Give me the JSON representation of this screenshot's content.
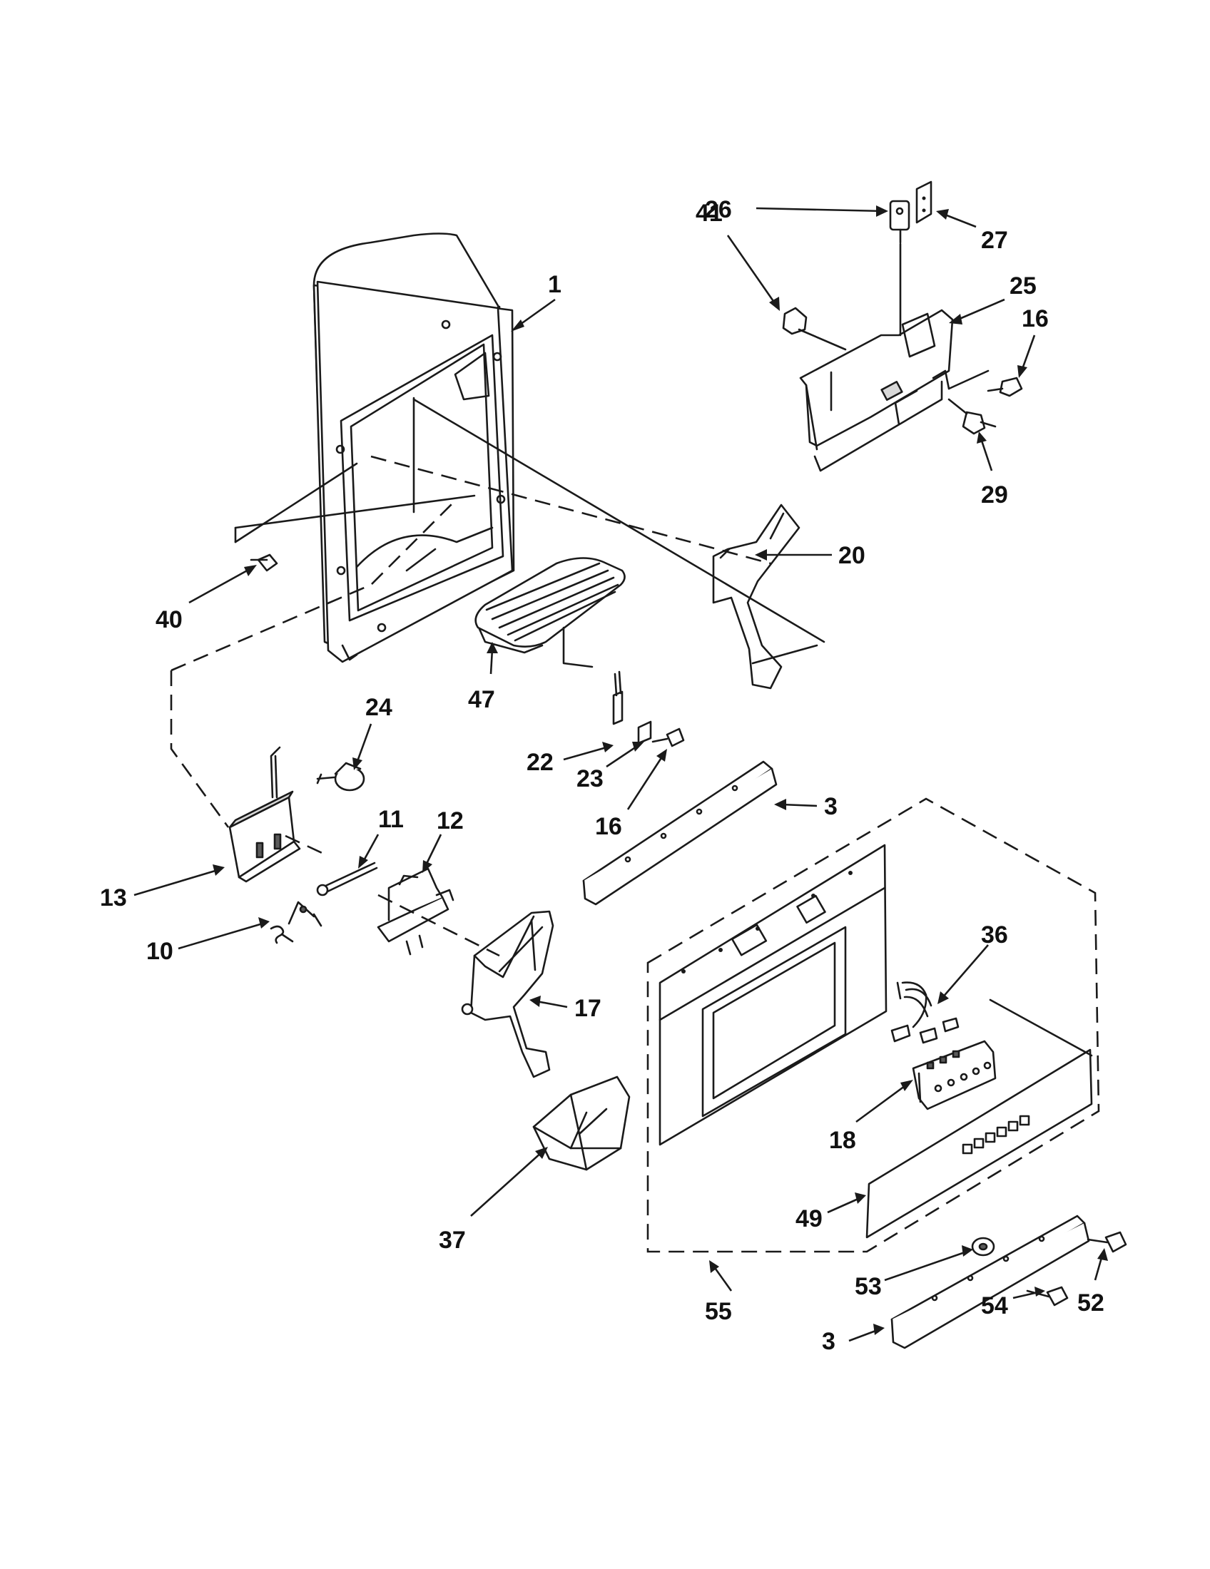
{
  "diagram": {
    "parts": [
      {
        "id": "p1",
        "number": "1"
      },
      {
        "id": "p3a",
        "number": "3"
      },
      {
        "id": "p3b",
        "number": "3"
      },
      {
        "id": "p10",
        "number": "10"
      },
      {
        "id": "p11",
        "number": "11"
      },
      {
        "id": "p12",
        "number": "12"
      },
      {
        "id": "p13",
        "number": "13"
      },
      {
        "id": "p16a",
        "number": "16"
      },
      {
        "id": "p16b",
        "number": "16"
      },
      {
        "id": "p17",
        "number": "17"
      },
      {
        "id": "p18",
        "number": "18"
      },
      {
        "id": "p20",
        "number": "20"
      },
      {
        "id": "p22",
        "number": "22"
      },
      {
        "id": "p23",
        "number": "23"
      },
      {
        "id": "p24",
        "number": "24"
      },
      {
        "id": "p25",
        "number": "25"
      },
      {
        "id": "p26",
        "number": "26"
      },
      {
        "id": "p27",
        "number": "27"
      },
      {
        "id": "p29",
        "number": "29"
      },
      {
        "id": "p36",
        "number": "36"
      },
      {
        "id": "p37",
        "number": "37"
      },
      {
        "id": "p40",
        "number": "40"
      },
      {
        "id": "p41",
        "number": "41"
      },
      {
        "id": "p47",
        "number": "47"
      },
      {
        "id": "p49",
        "number": "49"
      },
      {
        "id": "p52",
        "number": "52"
      },
      {
        "id": "p53",
        "number": "53"
      },
      {
        "id": "p54",
        "number": "54"
      },
      {
        "id": "p55",
        "number": "55"
      }
    ]
  }
}
